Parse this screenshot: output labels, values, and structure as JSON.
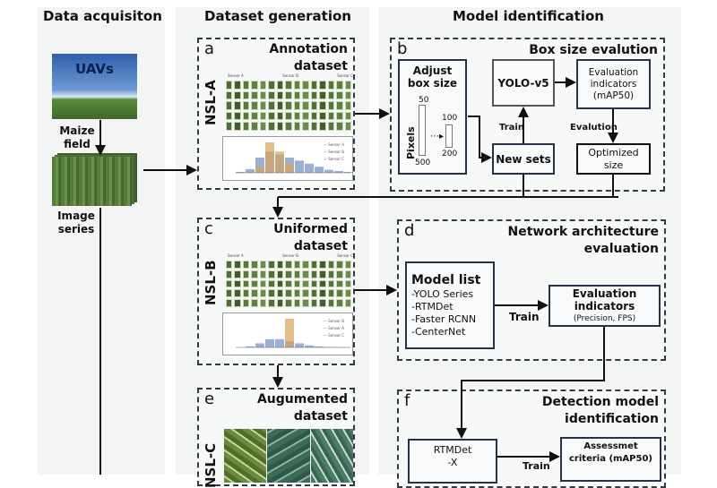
{
  "columns": {
    "acquisition": {
      "title": "Data acquisiton",
      "uav_label": "UAVs",
      "arrow_label": "Maize field",
      "series_label": "Image series"
    },
    "generation": {
      "title": "Dataset generation"
    },
    "identification": {
      "title": "Model identification"
    }
  },
  "panels": {
    "a": {
      "letter": "a",
      "title_line1": "Annotation",
      "title_line2": "dataset",
      "side_label": "NSL-A",
      "thumb_headers": [
        "Sensor A",
        "Sensor B",
        "Sensor C"
      ],
      "legend": [
        "Sensor A",
        "Sensor B",
        "Sensor C"
      ]
    },
    "b": {
      "letter": "b",
      "title": "Box size evalution",
      "adjust": {
        "line1": "Adjust",
        "line2": "box size",
        "axis": "Pixels",
        "ruler_top": "50",
        "ruler_bottom": "500",
        "ruler2_top": "100",
        "ruler2_bottom": "200"
      },
      "yolo": "YOLO-v5",
      "eval": {
        "line1": "Evaluation",
        "line2": "indicators",
        "line3": "(mAP50)"
      },
      "train_label": "Train",
      "evaluation_label": "Evalution",
      "new_sets": "New sets",
      "optimized": {
        "line1": "Optimized",
        "line2": "size"
      }
    },
    "c": {
      "letter": "c",
      "title_line1": "Uniformed",
      "title_line2": "dataset",
      "side_label": "NSL-B",
      "thumb_headers": [
        "Sensor A",
        "Sensor B",
        "Sensor C"
      ],
      "legend": [
        "Sensor B",
        "Sensor A",
        "Sensor C"
      ]
    },
    "d": {
      "letter": "d",
      "title_line1": "Network architecture",
      "title_line2": "evaluation",
      "model_list": {
        "title": "Model list",
        "items": [
          "-YOLO Series",
          "-RTMDet",
          "-Faster RCNN",
          "-CenterNet"
        ]
      },
      "train_label": "Train",
      "eval": {
        "line1": "Evaluation",
        "line2": "indicators",
        "line3": "(Precision, FPS)"
      }
    },
    "e": {
      "letter": "e",
      "title_line1": "Augumented",
      "title_line2": "dataset",
      "side_label": "NSL-C"
    },
    "f": {
      "letter": "f",
      "title_line1": "Detection model",
      "title_line2": "identification",
      "model": {
        "line1": "RTMDet",
        "line2": "-X"
      },
      "train_label": "Train",
      "criteria": {
        "line1": "Assessmet",
        "line2": "criteria (mAP50)"
      }
    }
  },
  "colors": {
    "sky": "#3d6fb5",
    "field": "#4f7a34",
    "hist_blue": "#8aa2cf",
    "hist_orange": "#d9a35b",
    "box_border": "#273246"
  }
}
